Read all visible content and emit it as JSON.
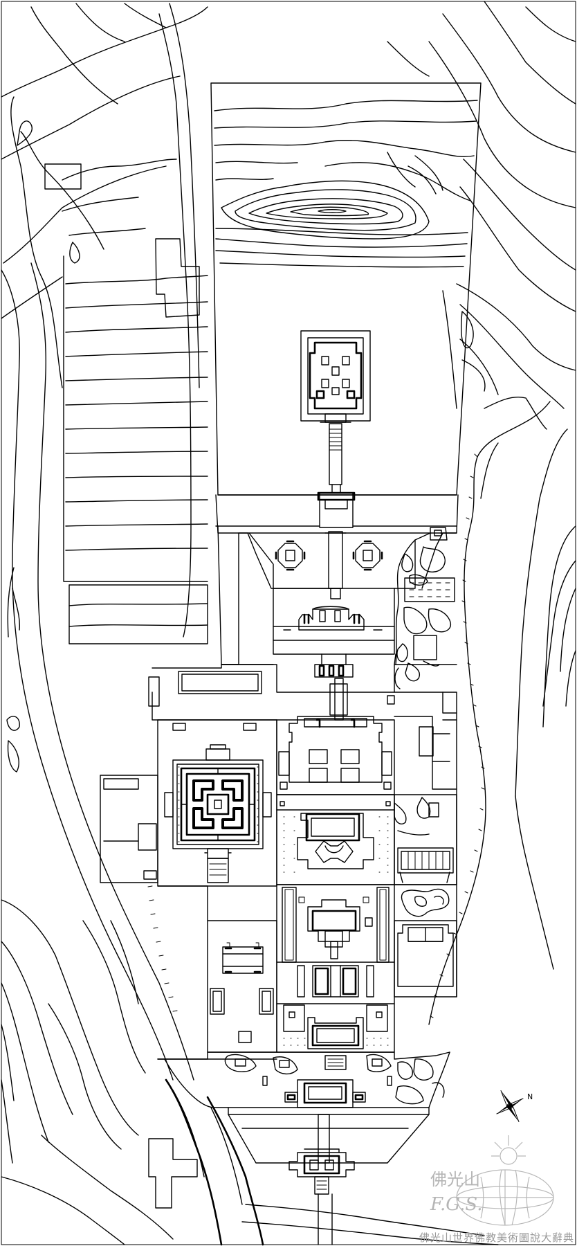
{
  "compass": {
    "north_label": "N"
  },
  "watermark": {
    "chinese_name": "佛光山",
    "latin_name": "F.G.S.",
    "caption": "佛光山世界佛教美術圖說大辭典"
  },
  "colors": {
    "line": "#000000",
    "background": "#ffffff",
    "watermark": "#b5b5b5"
  }
}
